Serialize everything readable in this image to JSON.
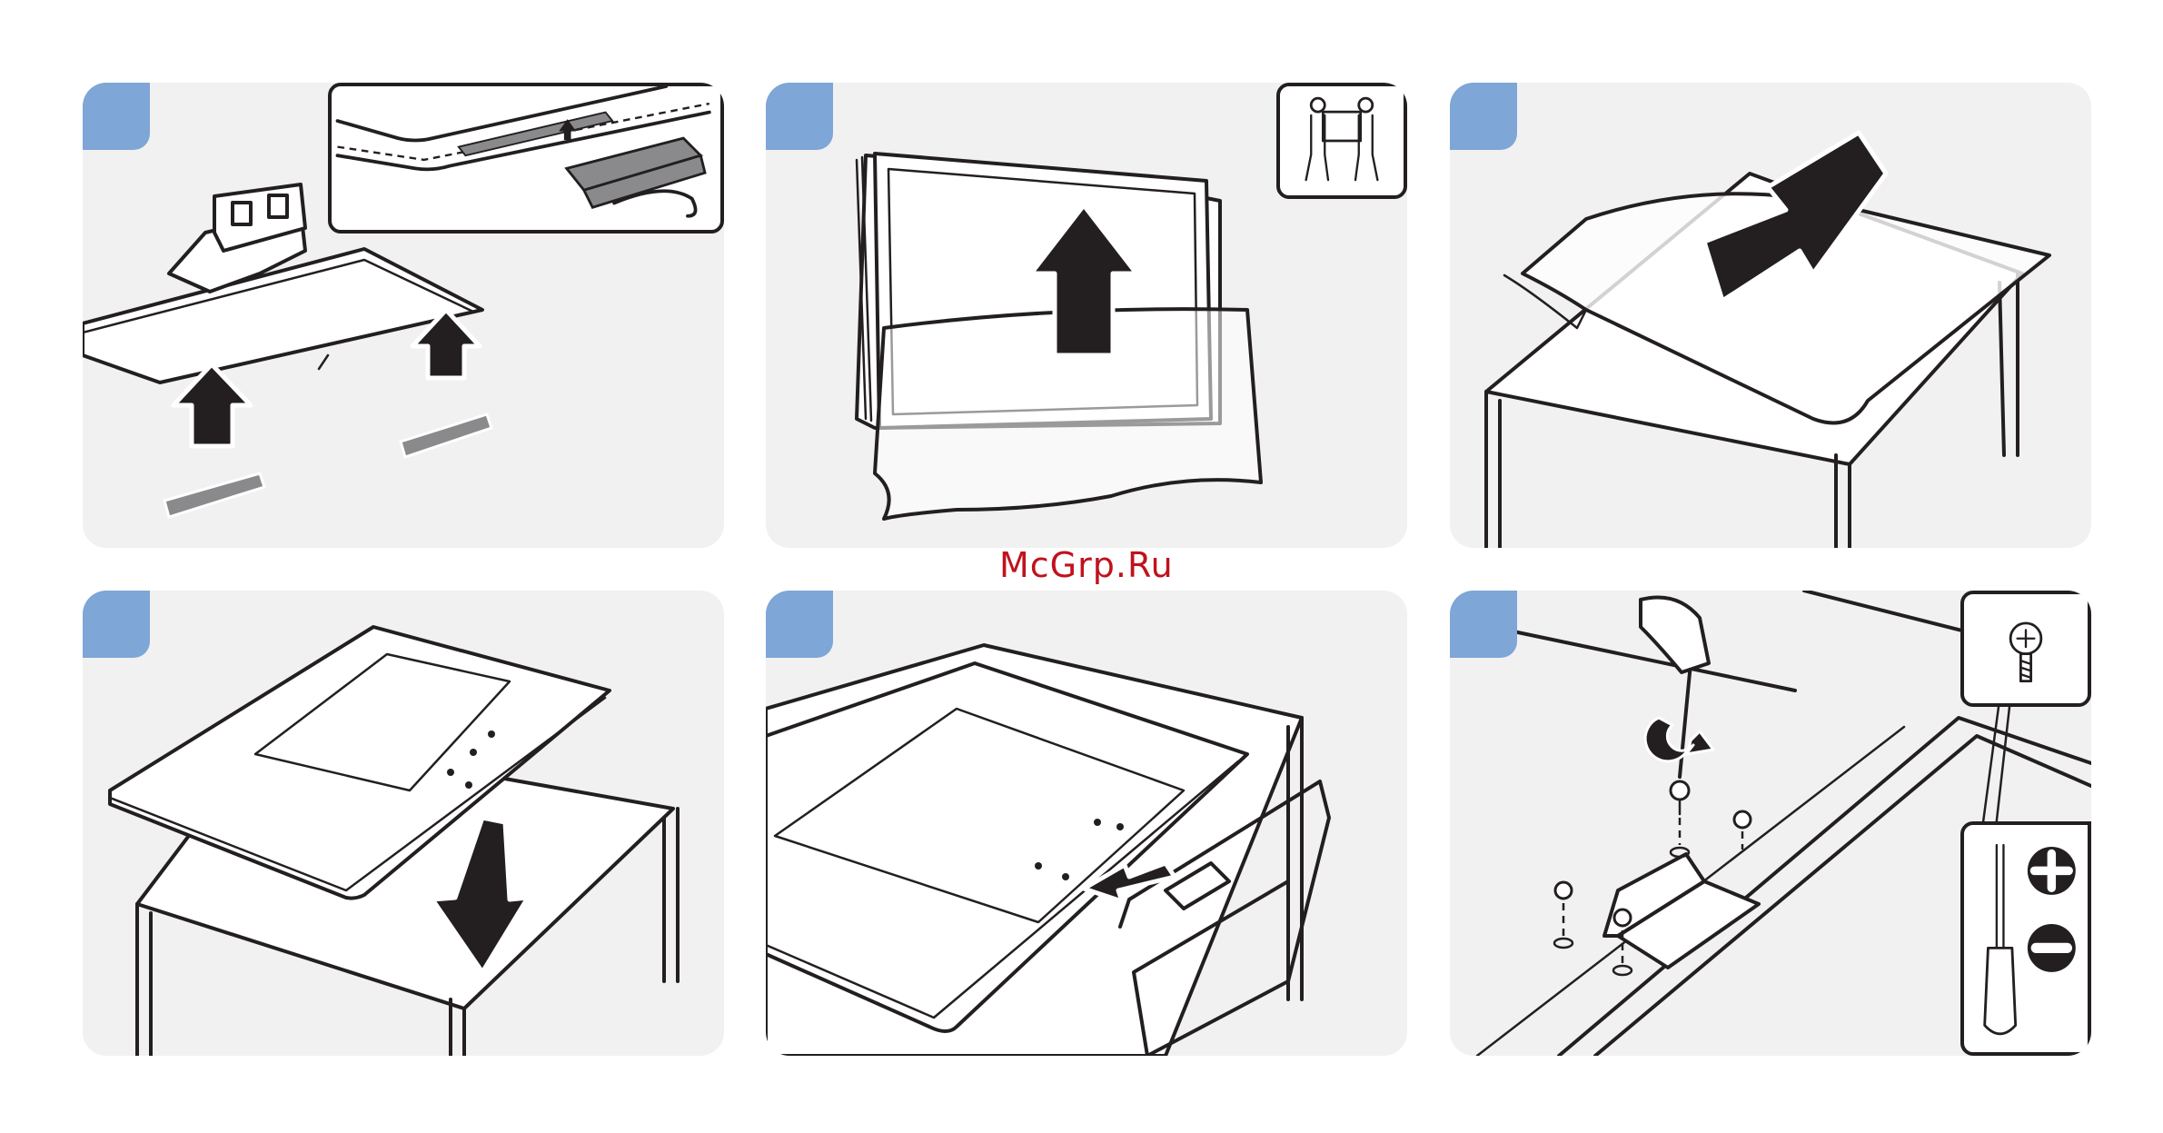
{
  "watermark": "McGrp.Ru",
  "colors": {
    "panel_background": "#f1f1f2",
    "step_badge": "#7ea6d6",
    "line_art": "#231f20",
    "watermark": "#c0121e"
  },
  "steps": [
    {
      "id": 1,
      "illustration": "stand-base-tape-removal",
      "inset_icon": "tape-peel-icon"
    },
    {
      "id": 2,
      "illustration": "tv-lift-from-bag",
      "inset_icon": "two-people-icon"
    },
    {
      "id": 3,
      "illustration": "cloth-on-table",
      "inset_icon": ""
    },
    {
      "id": 4,
      "illustration": "tv-face-down-on-table",
      "inset_icon": ""
    },
    {
      "id": 5,
      "illustration": "insert-stand-neck",
      "inset_icon": ""
    },
    {
      "id": 6,
      "illustration": "screw-stand-to-tv",
      "inset_icon": "screw-icon"
    }
  ]
}
